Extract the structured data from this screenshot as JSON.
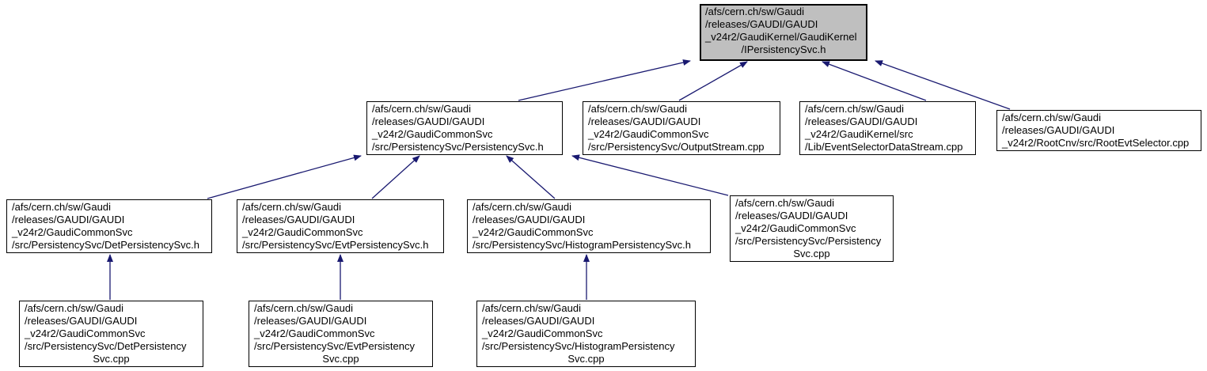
{
  "diagram": {
    "kind": "include-dependency-graph",
    "colors": {
      "arrow": "#191970",
      "root_fill": "#bfbfbf",
      "node_fill": "#ffffff",
      "border": "#000000"
    },
    "nodes": [
      {
        "name": "IPersistencySvc.h",
        "lines": [
          "/afs/cern.ch/sw/Gaudi",
          "/releases/GAUDI/GAUDI",
          "_v24r2/GaudiKernel/GaudiKernel",
          "/IPersistencySvc.h"
        ]
      },
      {
        "name": "PersistencySvc.h",
        "lines": [
          "/afs/cern.ch/sw/Gaudi",
          "/releases/GAUDI/GAUDI",
          "_v24r2/GaudiCommonSvc",
          "/src/PersistencySvc/PersistencySvc.h"
        ]
      },
      {
        "name": "OutputStream.cpp",
        "lines": [
          "/afs/cern.ch/sw/Gaudi",
          "/releases/GAUDI/GAUDI",
          "_v24r2/GaudiCommonSvc",
          "/src/PersistencySvc/OutputStream.cpp"
        ]
      },
      {
        "name": "EventSelectorDataStream.cpp",
        "lines": [
          "/afs/cern.ch/sw/Gaudi",
          "/releases/GAUDI/GAUDI",
          "_v24r2/GaudiKernel/src",
          "/Lib/EventSelectorDataStream.cpp"
        ]
      },
      {
        "name": "RootEvtSelector.cpp",
        "lines": [
          "/afs/cern.ch/sw/Gaudi",
          "/releases/GAUDI/GAUDI",
          "_v24r2/RootCnv/src/RootEvtSelector.cpp"
        ]
      },
      {
        "name": "DetPersistencySvc.h",
        "lines": [
          "/afs/cern.ch/sw/Gaudi",
          "/releases/GAUDI/GAUDI",
          "_v24r2/GaudiCommonSvc",
          "/src/PersistencySvc/DetPersistencySvc.h"
        ]
      },
      {
        "name": "EvtPersistencySvc.h",
        "lines": [
          "/afs/cern.ch/sw/Gaudi",
          "/releases/GAUDI/GAUDI",
          "_v24r2/GaudiCommonSvc",
          "/src/PersistencySvc/EvtPersistencySvc.h"
        ]
      },
      {
        "name": "HistogramPersistencySvc.h",
        "lines": [
          "/afs/cern.ch/sw/Gaudi",
          "/releases/GAUDI/GAUDI",
          "_v24r2/GaudiCommonSvc",
          "/src/PersistencySvc/HistogramPersistencySvc.h"
        ]
      },
      {
        "name": "PersistencySvc.cpp",
        "lines": [
          "/afs/cern.ch/sw/Gaudi",
          "/releases/GAUDI/GAUDI",
          "_v24r2/GaudiCommonSvc",
          "/src/PersistencySvc/Persistency",
          "Svc.cpp"
        ]
      },
      {
        "name": "DetPersistencySvc.cpp",
        "lines": [
          "/afs/cern.ch/sw/Gaudi",
          "/releases/GAUDI/GAUDI",
          "_v24r2/GaudiCommonSvc",
          "/src/PersistencySvc/DetPersistency",
          "Svc.cpp"
        ]
      },
      {
        "name": "EvtPersistencySvc.cpp",
        "lines": [
          "/afs/cern.ch/sw/Gaudi",
          "/releases/GAUDI/GAUDI",
          "_v24r2/GaudiCommonSvc",
          "/src/PersistencySvc/EvtPersistency",
          "Svc.cpp"
        ]
      },
      {
        "name": "HistogramPersistencySvc.cpp",
        "lines": [
          "/afs/cern.ch/sw/Gaudi",
          "/releases/GAUDI/GAUDI",
          "_v24r2/GaudiCommonSvc",
          "/src/PersistencySvc/HistogramPersistency",
          "Svc.cpp"
        ]
      }
    ],
    "edges": [
      {
        "from": "PersistencySvc.h",
        "to": "IPersistencySvc.h"
      },
      {
        "from": "OutputStream.cpp",
        "to": "IPersistencySvc.h"
      },
      {
        "from": "EventSelectorDataStream.cpp",
        "to": "IPersistencySvc.h"
      },
      {
        "from": "RootEvtSelector.cpp",
        "to": "IPersistencySvc.h"
      },
      {
        "from": "DetPersistencySvc.h",
        "to": "PersistencySvc.h"
      },
      {
        "from": "EvtPersistencySvc.h",
        "to": "PersistencySvc.h"
      },
      {
        "from": "HistogramPersistencySvc.h",
        "to": "PersistencySvc.h"
      },
      {
        "from": "PersistencySvc.cpp",
        "to": "PersistencySvc.h"
      },
      {
        "from": "DetPersistencySvc.cpp",
        "to": "DetPersistencySvc.h"
      },
      {
        "from": "EvtPersistencySvc.cpp",
        "to": "EvtPersistencySvc.h"
      },
      {
        "from": "HistogramPersistencySvc.cpp",
        "to": "HistogramPersistencySvc.h"
      }
    ]
  }
}
